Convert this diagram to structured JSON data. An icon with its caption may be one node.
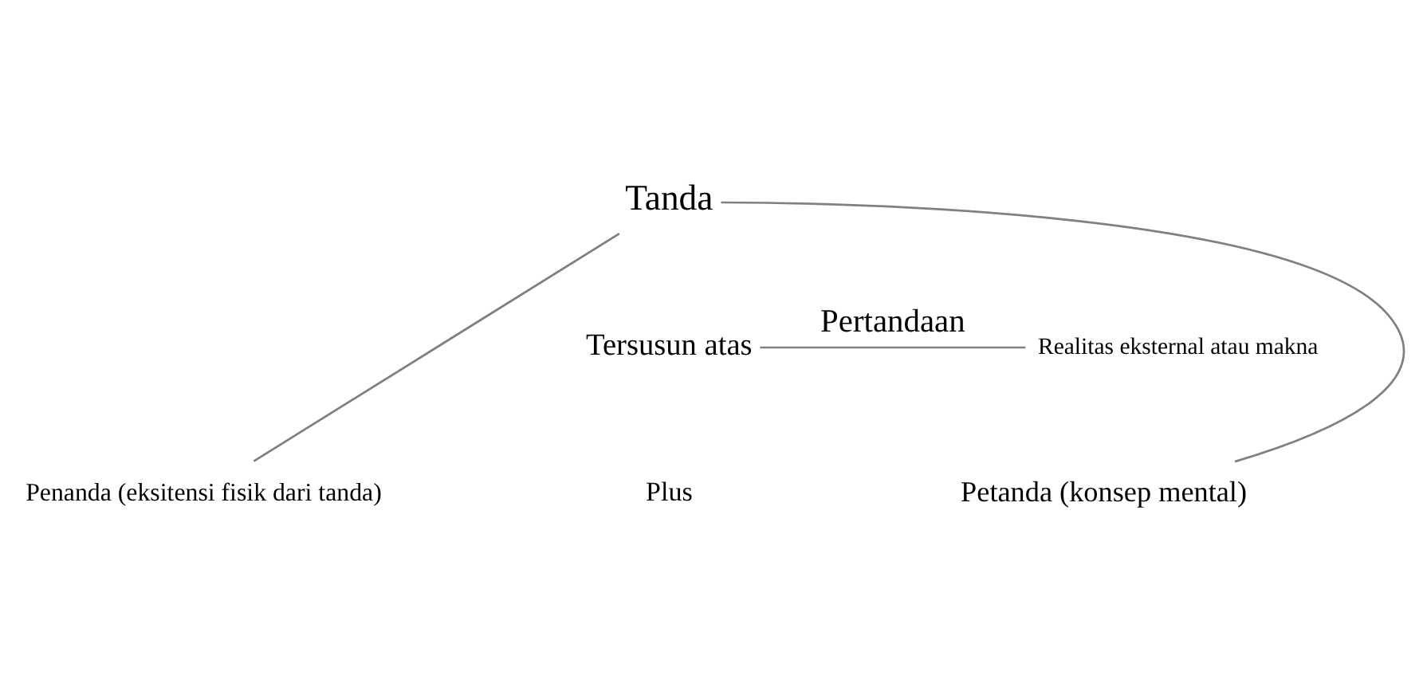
{
  "diagram": {
    "nodes": [
      {
        "text": [
          "Tanda"
        ]
      },
      {
        "text": [
          "Penanda (eksitensi fisik dari tanda)"
        ]
      },
      {
        "text": [
          "Petanda (konsep mental)"
        ]
      },
      {
        "text": [
          "Tersusun atas"
        ]
      },
      {
        "text": [
          "Realitas eksternal atau makna"
        ]
      }
    ],
    "edges": [
      {
        "from": 0,
        "to": 1,
        "arrow": "none"
      },
      {
        "from": 0,
        "to": 2,
        "arrow": "none"
      },
      {
        "from": 3,
        "to": 4,
        "label": "Pertandaan",
        "arrow": "none"
      }
    ],
    "labels": [
      "Plus"
    ]
  }
}
